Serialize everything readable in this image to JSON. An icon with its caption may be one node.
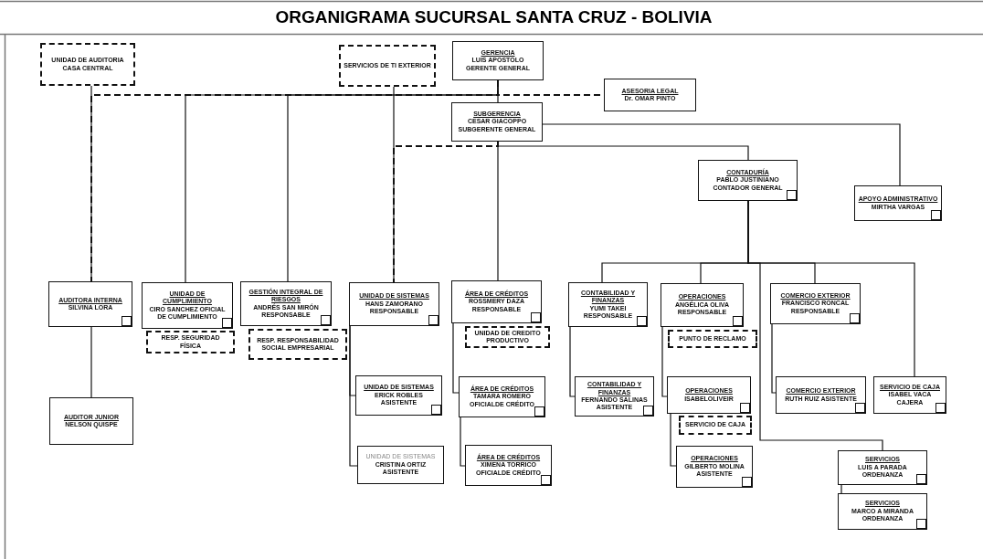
{
  "diagram": {
    "title": "ORGANIGRAMA SUCURSAL SANTA CRUZ - BOLIVIA",
    "nodes": [
      {
        "text": [
          "UNIDAD DE AUDITORIA CASA CENTRAL"
        ]
      },
      {
        "text": [
          "SERVICIOS DE TI EXTERIOR"
        ]
      },
      {
        "text": [
          "GERENCIA",
          "LUIS APOSTOLO GERENTE GENERAL"
        ]
      },
      {
        "text": [
          "ASESORIA LEGAL",
          "Dr. OMAR PINTO"
        ]
      },
      {
        "text": [
          "SUBGERENCIA",
          "CESAR GIACOPPO SUBGERENTE GENERAL"
        ]
      },
      {
        "text": [
          "CONTADURÍA",
          "PABLO JUSTINIANO CONTADOR GENERAL"
        ]
      },
      {
        "text": [
          "APOYO ADMINISTRATIVO",
          "MIRTHA VARGAS"
        ]
      },
      {
        "text": [
          "AUDITORA INTERNA",
          "SILVINA LORA"
        ]
      },
      {
        "text": [
          "AUDITOR JUNIOR",
          "NELSON QUISPE"
        ]
      },
      {
        "text": [
          "UNIDAD DE CUMPLIMIENTO",
          "CIRO SANCHEZ OFICIAL DE CUMPLIMIENTO"
        ]
      },
      {
        "text": [
          "RESP. SEGURIDAD FÍSICA"
        ]
      },
      {
        "text": [
          "GESTIÓN INTEGRAL DE RIESGOS",
          "ANDRÉS SAN MIRÓN RESPONSABLE"
        ]
      },
      {
        "text": [
          "RESP. RESPONSABILIDAD SOCIAL EMPRESARIAL"
        ]
      },
      {
        "text": [
          "UNIDAD DE SISTEMAS",
          "HANS ZAMORANO RESPONSABLE"
        ]
      },
      {
        "text": [
          "UNIDAD DE SISTEMAS",
          "ERICK ROBLES ASISTENTE"
        ]
      },
      {
        "text": [
          "UNIDAD DE SISTEMAS",
          "CRISTINA ORTIZ ASISTENTE"
        ]
      },
      {
        "text": [
          "ÁREA DE CRÉDITOS",
          "ROSSMERY DAZA RESPONSABLE"
        ]
      },
      {
        "text": [
          "UNIDAD DE CREDITO PRODUCTIVO"
        ]
      },
      {
        "text": [
          "ÁREA DE CRÉDITOS",
          "TAMARA ROMERO OFICIALDE CRÉDITO"
        ]
      },
      {
        "text": [
          "ÁREA DE CRÉDITOS",
          "XIMENA TORRICO OFICIALDE CRÉDITO"
        ]
      },
      {
        "text": [
          "CONTABILIDAD Y FINANZAS",
          "YUMI TAKEI RESPONSABLE"
        ]
      },
      {
        "text": [
          "CONTABILIDAD Y FINANZAS",
          "FERNANDO SALINAS ASISTENTE"
        ]
      },
      {
        "text": [
          "OPERACIONES",
          "ANGÉLICA OLIVA RESPONSABLE"
        ]
      },
      {
        "text": [
          "PUNTO DE RECLAMO"
        ]
      },
      {
        "text": [
          "OPERACIONES",
          "ISABELOLIVEIR"
        ]
      },
      {
        "text": [
          "SERVICIO DE CAJA"
        ]
      },
      {
        "text": [
          "OPERACIONES",
          "GILBERTO MOLINA ASISTENTE"
        ]
      },
      {
        "text": [
          "COMERCIO EXTERIOR",
          "FRANCISCO RONCAL RESPONSABLE"
        ]
      },
      {
        "text": [
          "COMERCIO EXTERIOR",
          "RUTH RUIZ ASISTENTE"
        ]
      },
      {
        "text": [
          "SERVICIO DE CAJA",
          "ISABEL VACA CAJERA"
        ]
      },
      {
        "text": [
          "SERVICIOS",
          "LUIS A PARADA ORDENANZA"
        ]
      },
      {
        "text": [
          "SERVICIOS",
          "MARCO A MIRANDA ORDENANZA"
        ]
      }
    ],
    "edges": [
      {
        "from": 2,
        "to": 4,
        "arrow": "none"
      },
      {
        "from": 2,
        "to": 3,
        "arrow": "none",
        "style": "dashed"
      },
      {
        "from": 2,
        "to": 7,
        "arrow": "none",
        "style": "dashed"
      },
      {
        "from": 0,
        "to": 7,
        "arrow": "none"
      },
      {
        "from": 2,
        "to": 9,
        "arrow": "none"
      },
      {
        "from": 2,
        "to": 11,
        "arrow": "none"
      },
      {
        "from": 1,
        "to": 13,
        "arrow": "none"
      },
      {
        "from": 4,
        "to": 13,
        "arrow": "none",
        "style": "dashed"
      },
      {
        "from": 4,
        "to": 16,
        "arrow": "none"
      },
      {
        "from": 4,
        "to": 5,
        "arrow": "none"
      },
      {
        "from": 4,
        "to": 6,
        "arrow": "none"
      },
      {
        "from": 5,
        "to": 20,
        "arrow": "none"
      },
      {
        "from": 5,
        "to": 22,
        "arrow": "none"
      },
      {
        "from": 5,
        "to": 27,
        "arrow": "none"
      },
      {
        "from": 5,
        "to": 29,
        "arrow": "none"
      },
      {
        "from": 5,
        "to": 30,
        "arrow": "none"
      },
      {
        "from": 30,
        "to": 31,
        "arrow": "none"
      },
      {
        "from": 7,
        "to": 8,
        "arrow": "none"
      },
      {
        "from": 13,
        "to": 14,
        "arrow": "none"
      },
      {
        "from": 13,
        "to": 15,
        "arrow": "none"
      },
      {
        "from": 16,
        "to": 18,
        "arrow": "none"
      },
      {
        "from": 18,
        "to": 19,
        "arrow": "none"
      },
      {
        "from": 20,
        "to": 21,
        "arrow": "none"
      },
      {
        "from": 22,
        "to": 24,
        "arrow": "none"
      },
      {
        "from": 24,
        "to": 26,
        "arrow": "none"
      },
      {
        "from": 27,
        "to": 28,
        "arrow": "none"
      }
    ]
  }
}
